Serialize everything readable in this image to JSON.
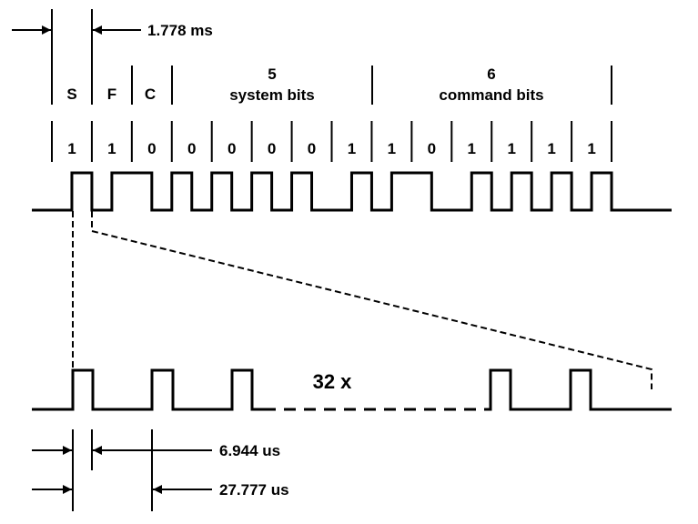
{
  "labels": {
    "bit_period": "1.778 ms",
    "start": "S",
    "field": "F",
    "control": "C",
    "system_count": "5",
    "system_label": "system bits",
    "command_count": "6",
    "command_label": "command bits",
    "repeat": "32 x",
    "pulse_width": "6.944 us",
    "carrier_period": "27.777 us"
  },
  "bits": [
    "1",
    "1",
    "0",
    "0",
    "0",
    "0",
    "0",
    "1",
    "1",
    "0",
    "1",
    "1",
    "1",
    "1"
  ],
  "colors": {
    "line": "#000000",
    "background": "#ffffff"
  }
}
